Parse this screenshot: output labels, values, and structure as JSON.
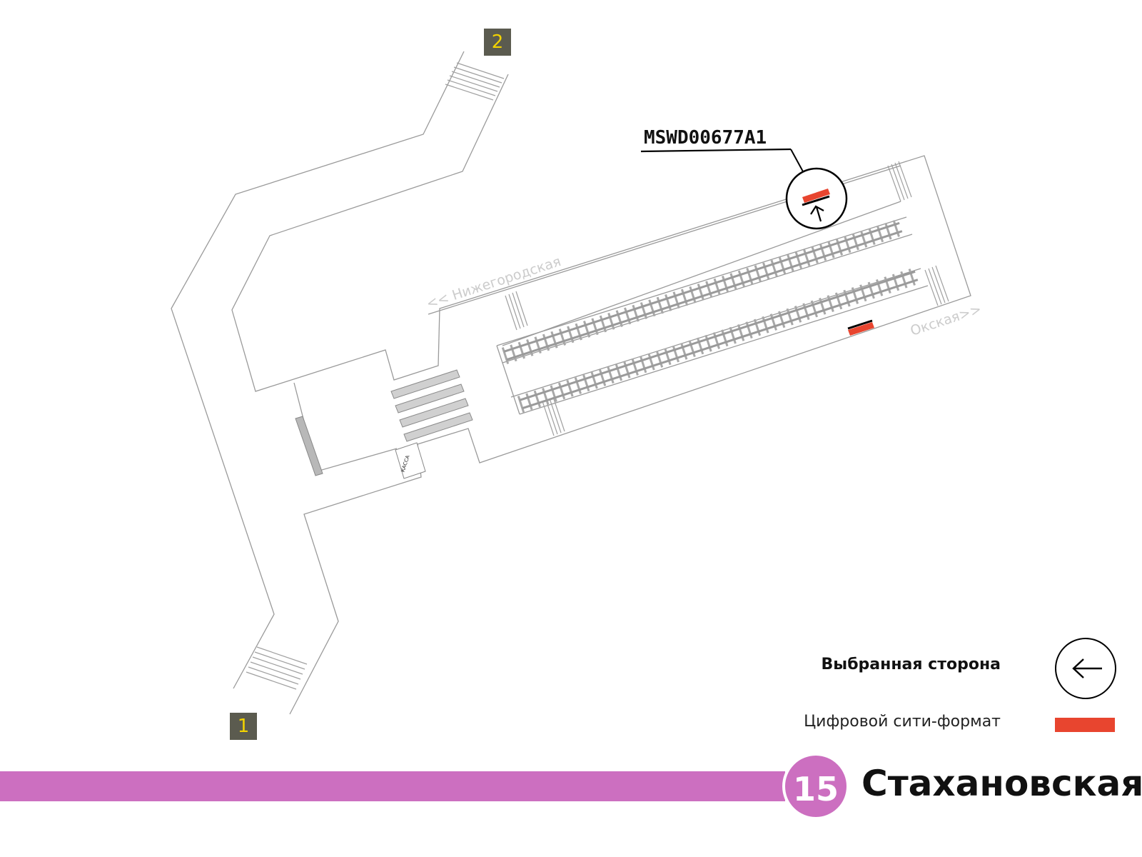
{
  "exits": {
    "exit1": "1",
    "exit2": "2"
  },
  "map": {
    "direction_west": "<< Нижегородская",
    "direction_east": "Окская>>",
    "kassa_label": "КАССА"
  },
  "callout": {
    "panel_id": "MSWD00677A1"
  },
  "legend": {
    "selected_side_label": "Выбранная сторона",
    "digital_city_format_label": "Цифровой сити-формат"
  },
  "station": {
    "line_number": "15",
    "name": "Стахановская"
  },
  "colors": {
    "line": "#cc6fc0",
    "accent_red": "#e8452f",
    "exit_badge": "#5b5b4f"
  }
}
